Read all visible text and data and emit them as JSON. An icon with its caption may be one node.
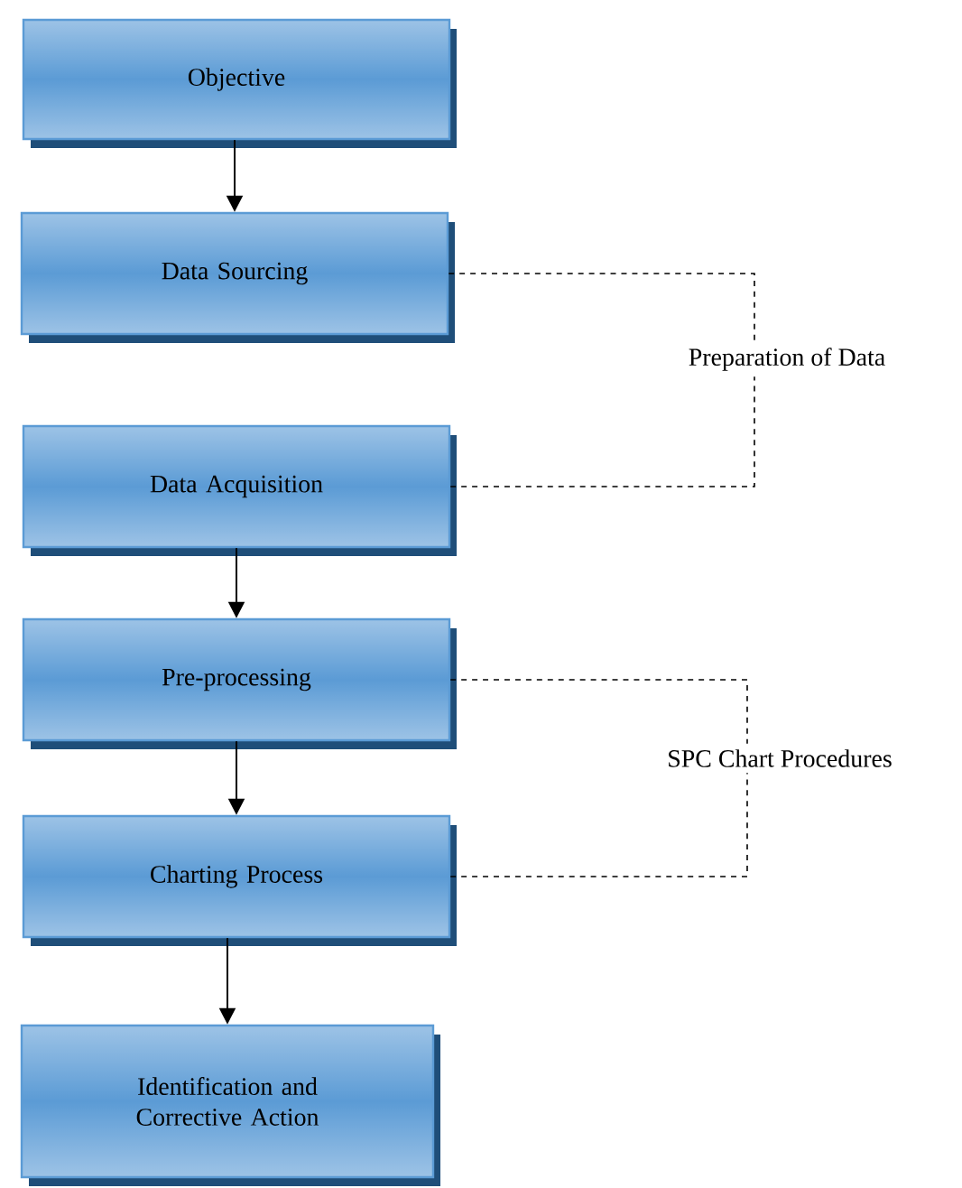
{
  "diagram": {
    "nodes": [
      {
        "text": [
          "Objective"
        ]
      },
      {
        "text": [
          "Data Sourcing"
        ]
      },
      {
        "text": [
          "Preparation of Data"
        ]
      },
      {
        "text": [
          "Data Acquisition"
        ]
      },
      {
        "text": [
          "Pre-processing"
        ]
      },
      {
        "text": [
          "SPC Chart Procedures"
        ]
      },
      {
        "text": [
          "Charting Process"
        ]
      },
      {
        "text": [
          "Identification and Corrective Action"
        ]
      }
    ],
    "edges": [
      {
        "from": 0,
        "to": 1,
        "arrow": "to"
      },
      {
        "from": 1,
        "to": 2,
        "arrow": "none",
        "style": "dashed"
      },
      {
        "from": 3,
        "to": 2,
        "arrow": "none",
        "style": "dashed"
      },
      {
        "from": 3,
        "to": 4,
        "arrow": "to"
      },
      {
        "from": 4,
        "to": 5,
        "arrow": "none",
        "style": "dashed"
      },
      {
        "from": 6,
        "to": 5,
        "arrow": "none",
        "style": "dashed"
      },
      {
        "from": 4,
        "to": 6,
        "arrow": "to"
      },
      {
        "from": 6,
        "to": 7,
        "arrow": "to"
      }
    ]
  }
}
